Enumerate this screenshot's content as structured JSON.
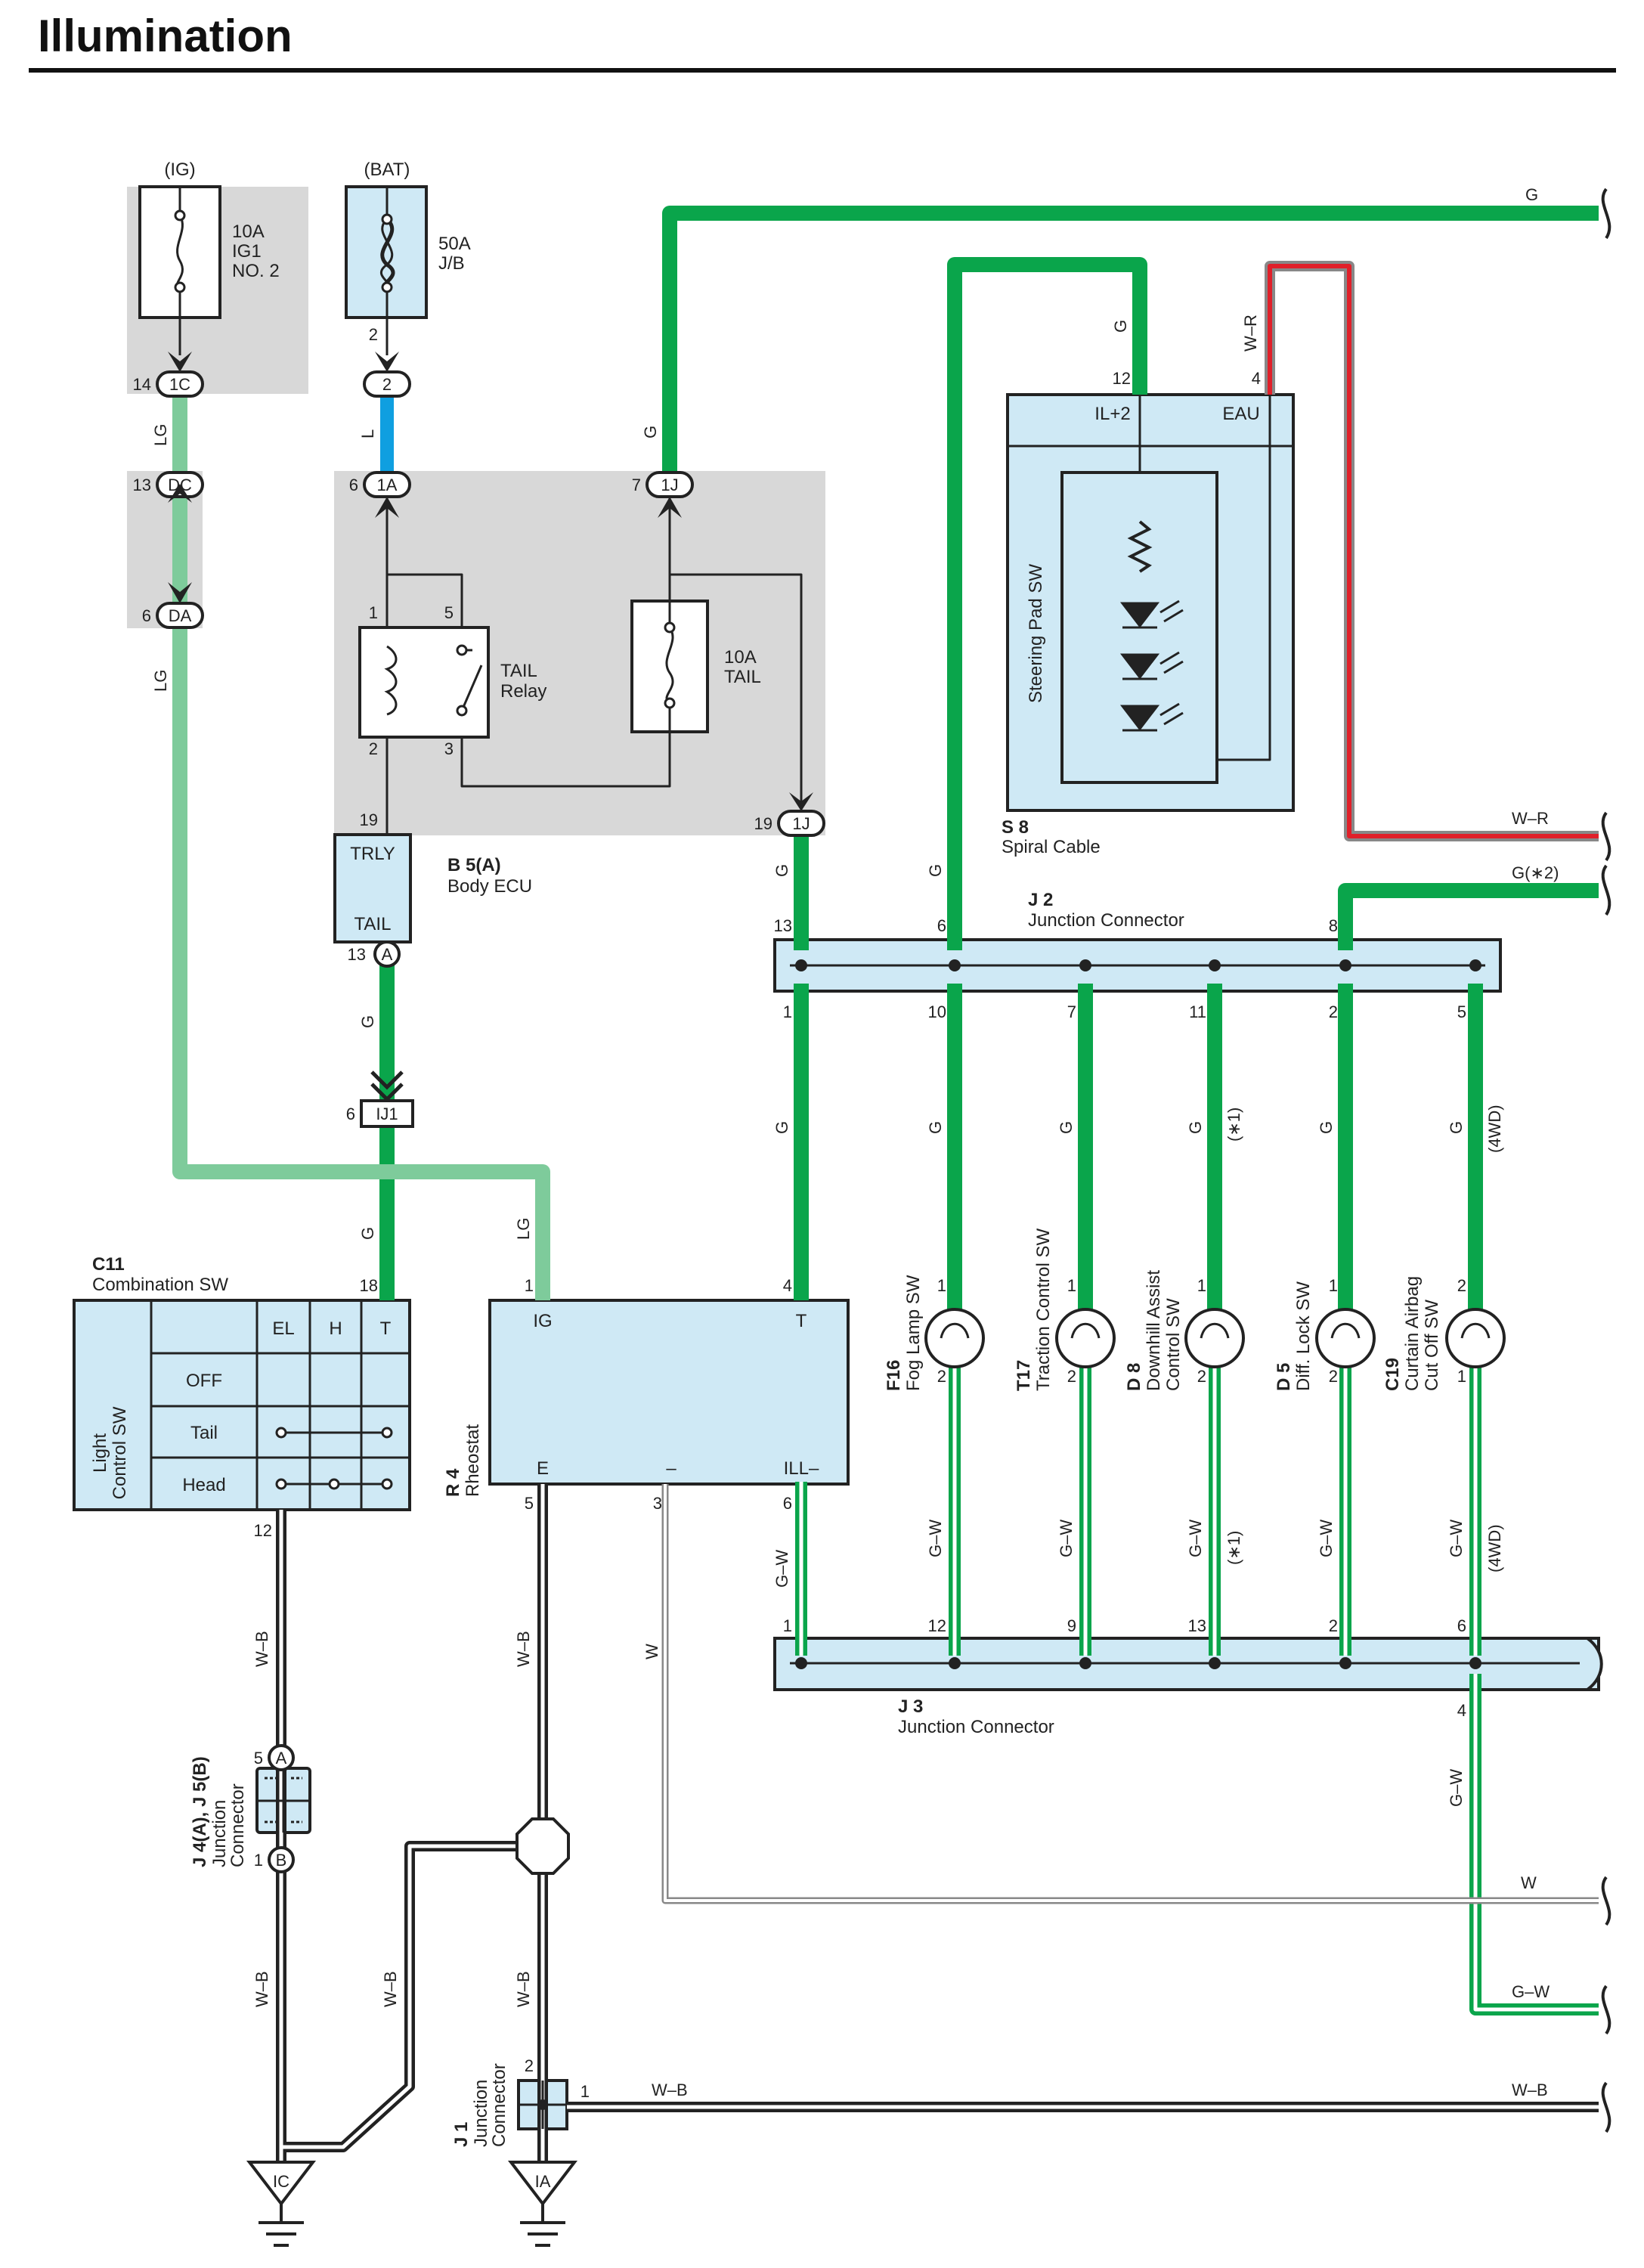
{
  "page": {
    "title": "Illumination"
  },
  "colors": {
    "green": "#0aa54b",
    "light_green": "#7ecb9b",
    "blue": "#0f9fe0",
    "red": "#e0202a",
    "component_fill": "#cfe9f5",
    "shade": "#d8d8d8"
  },
  "power": {
    "ig": "(IG)",
    "bat": "(BAT)"
  },
  "fuses": {
    "ig1": {
      "lines": [
        "10A",
        "IG1",
        "NO. 2"
      ]
    },
    "jb": {
      "lines": [
        "50A",
        "J/B"
      ]
    },
    "tail": {
      "lines": [
        "10A",
        "TAIL"
      ]
    }
  },
  "relay": {
    "lines": [
      "TAIL",
      "Relay"
    ]
  },
  "connectors": [
    "1C",
    "2",
    "DC",
    "DA",
    "1A",
    "1J",
    "1J",
    "A",
    "IJ1",
    "A",
    "B",
    "IC",
    "IA"
  ],
  "components": {
    "s8": {
      "id": "S 8",
      "name": "Spiral Cable",
      "inner": "Steering Pad SW",
      "terminal_left": "IL+2",
      "terminal_right": "EAU"
    },
    "b5": {
      "id": "B 5(A)",
      "name": "Body ECU",
      "terminal_top": "TRLY",
      "terminal_bottom": "TAIL"
    },
    "j2": {
      "id": "J 2",
      "name": "Junction Connector"
    },
    "j3": {
      "id": "J 3",
      "name": "Junction Connector"
    },
    "c11": {
      "id": "C11",
      "name": "Combination SW",
      "side_label": [
        "Light",
        "Control SW"
      ],
      "cols": [
        "EL",
        "H",
        "T"
      ],
      "rows": [
        "OFF",
        "Tail",
        "Head"
      ]
    },
    "r4": {
      "id": "R 4",
      "name": "Rheostat",
      "terminals": [
        "IG",
        "T",
        "E",
        "–",
        "ILL–"
      ]
    },
    "j4j5": {
      "id": "J 4(A), J 5(B)",
      "name": [
        "Junction",
        "Connector"
      ]
    },
    "j1": {
      "id": "J 1",
      "name": [
        "Junction",
        "Connector"
      ]
    },
    "f16": {
      "id": "F16",
      "name": "Fog Lamp SW"
    },
    "t17": {
      "id": "T17",
      "name": "Traction Control SW"
    },
    "d8": {
      "id": "D 8",
      "name": [
        "Downhill Assist",
        "Control SW"
      ]
    },
    "d5": {
      "id": "D 5",
      "name": "Diff. Lock SW"
    },
    "c19": {
      "id": "C19",
      "name": [
        "Curtain Airbag",
        "Cut Off SW"
      ]
    }
  },
  "wire_labels": {
    "g": "G",
    "lg": "LG",
    "l": "L",
    "wr": "W–R",
    "g2": "G(∗2)",
    "gw": "G–W",
    "wb": "W–B",
    "w": "W",
    "note1": "(∗1)",
    "note4wd": "(4WD)"
  },
  "pins": [
    "14",
    "13",
    "6",
    "2",
    "6",
    "7",
    "1",
    "5",
    "2",
    "3",
    "19",
    "19",
    "13",
    "12",
    "4",
    "13",
    "6",
    "8",
    "1",
    "10",
    "7",
    "11",
    "2",
    "5",
    "18",
    "1",
    "4",
    "1",
    "2",
    "1",
    "2",
    "1",
    "2",
    "1",
    "2",
    "2",
    "1",
    "12",
    "5",
    "3",
    "6",
    "1",
    "12",
    "9",
    "13",
    "2",
    "6",
    "4",
    "6",
    "5",
    "1",
    "2"
  ]
}
